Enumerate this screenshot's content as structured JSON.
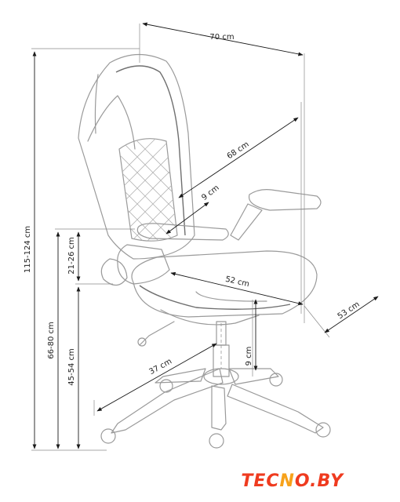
{
  "dimensions": {
    "total_height": "115-124 cm",
    "seat_height": "66-80 cm",
    "seat_floor_height": "45-54 cm",
    "armrest_height": "21-26 cm",
    "width": "70 cm",
    "backrest_height": "68 cm",
    "headrest": "9 cm",
    "seat_width": "52 cm",
    "seat_depth": "53 cm",
    "gas_lift": "9 cm",
    "base_radius": "37 cm"
  },
  "brand": {
    "part1": "TEC",
    "part2": "N",
    "part3": "O.BY",
    "color_main": "#ef3b1f",
    "color_accent": "#f7a21b"
  },
  "colors": {
    "line": "#9a9a9a",
    "dimension": "#1a1a1a"
  }
}
